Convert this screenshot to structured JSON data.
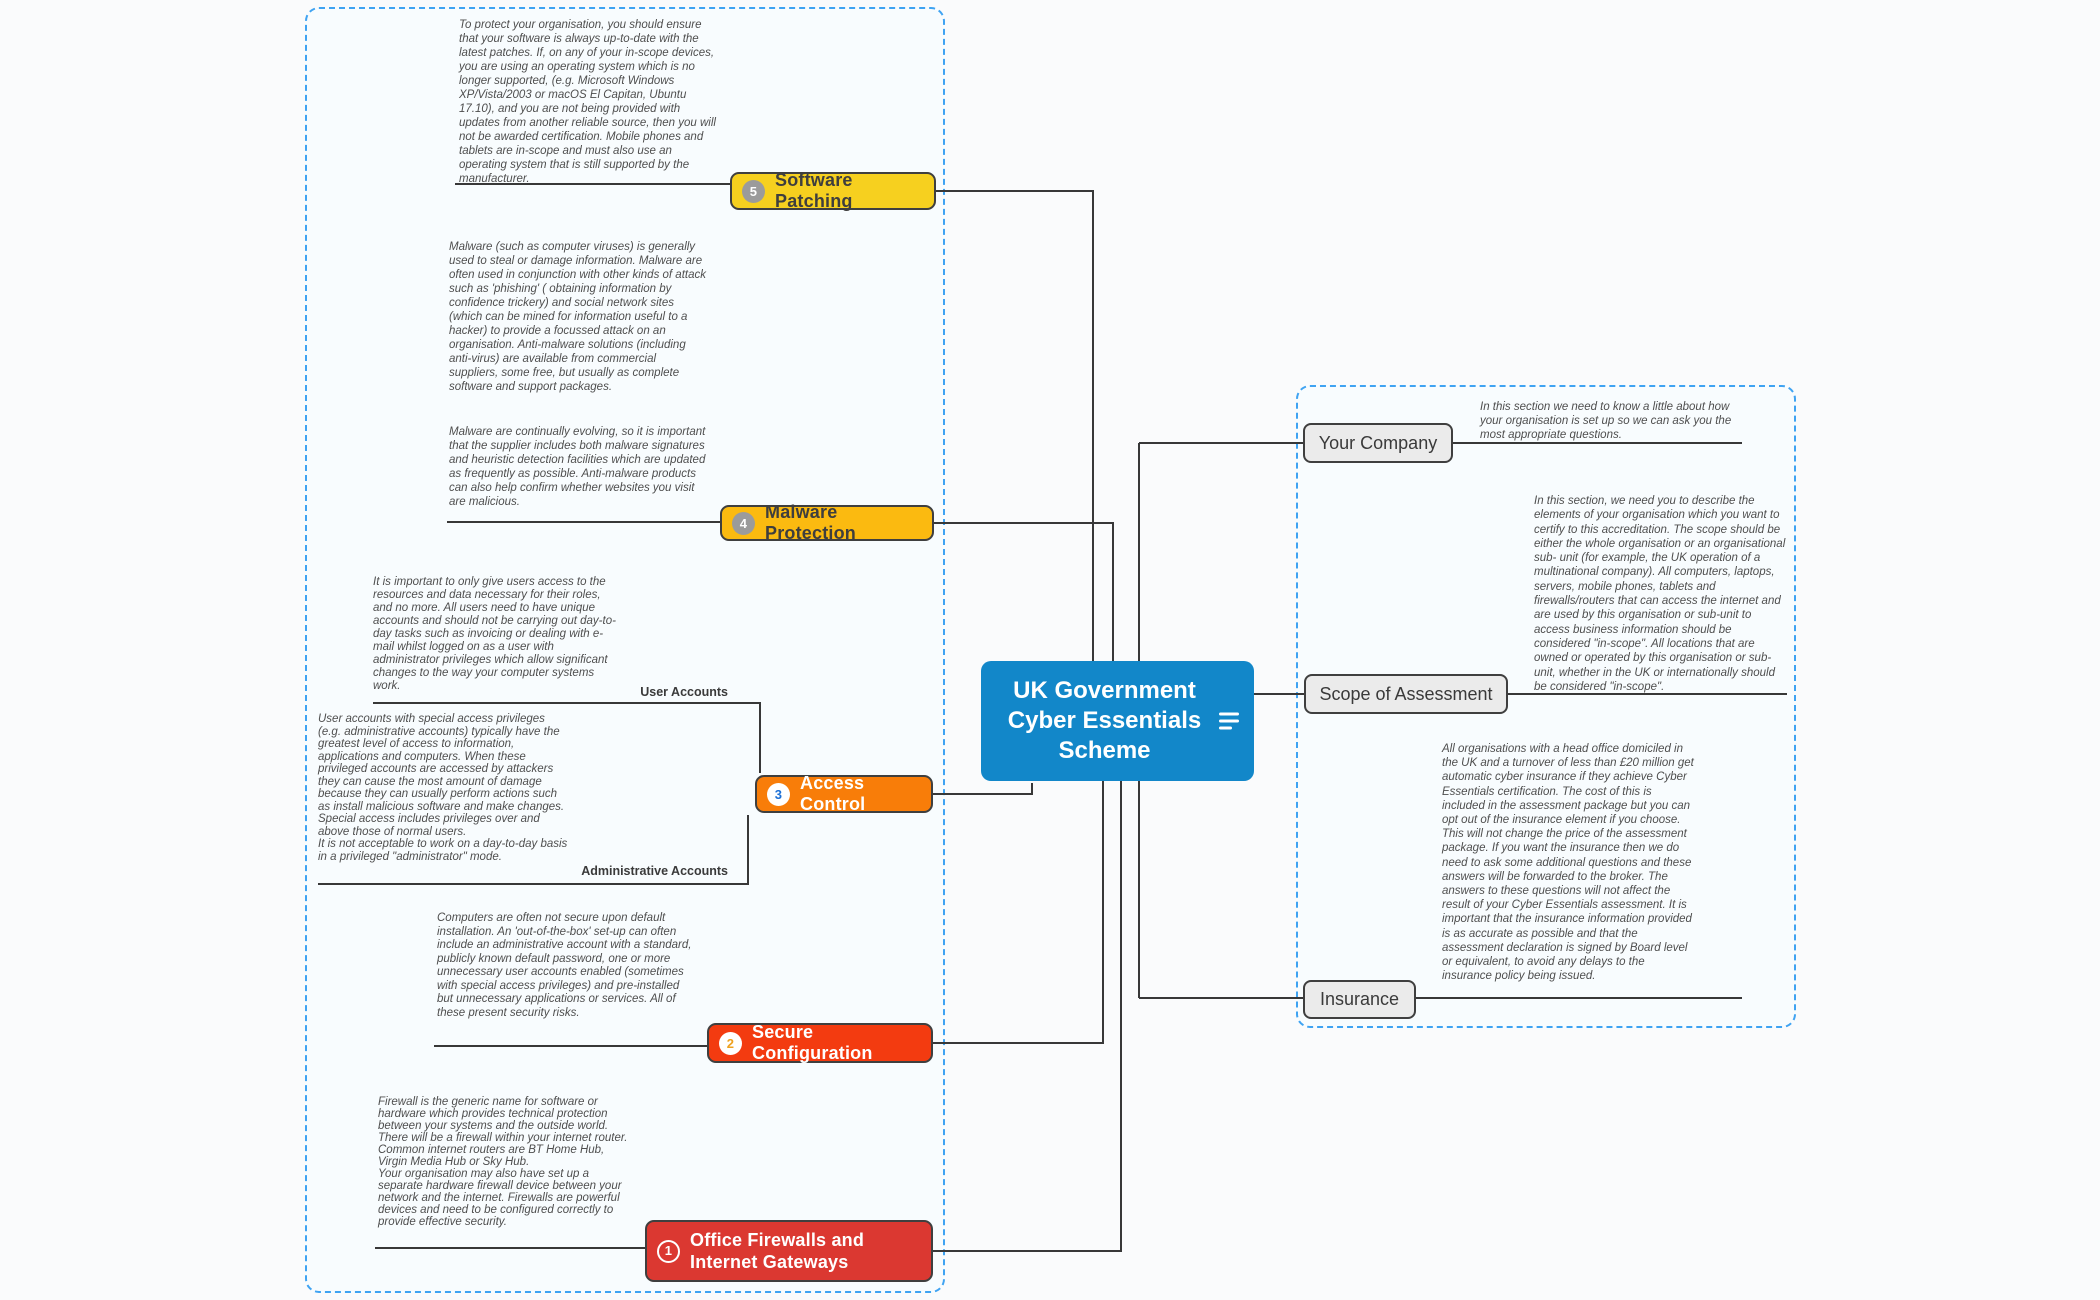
{
  "palette": {
    "canvas_bg": "#fafbfc",
    "boundary_border": "#3fa3f2",
    "connector": "#383838",
    "note_text": "#4e4e4e"
  },
  "central_topic": {
    "title": "UK Government Cyber Essentials Scheme",
    "fill": "#1287c9",
    "icon": "notes-icon"
  },
  "left_branch": {
    "topics": [
      {
        "number": "1",
        "label": "Office Firewalls and Internet Gateways",
        "fill": "#db3831",
        "text_color": "#ffffff",
        "note": "Firewall is the generic name for software or hardware which provides technical protection between your systems and the outside world. There will be a firewall within your internet router. Common internet routers are BT Home Hub, Virgin Media Hub or Sky Hub.\nYour organisation may also have set up a separate hardware firewall device between your network and the internet. Firewalls are powerful devices and need to be configured correctly to provide effective security."
      },
      {
        "number": "2",
        "label": "Secure Configuration",
        "fill": "#f33b10",
        "text_color": "#ffffff",
        "note": "Computers are often not secure upon default installation. An 'out-of-the-box' set-up can often include an administrative account with a standard, publicly known default password, one or more unnecessary user accounts enabled (sometimes with special access privileges) and pre-installed but unnecessary applications or services. All of these present security risks."
      },
      {
        "number": "3",
        "label": "Access Control",
        "fill": "#f87d09",
        "text_color": "#ffffff",
        "sub_topics": [
          {
            "label": "User Accounts",
            "note": "It is important to only give users access to the resources and data necessary for their roles, and no more. All users need to have unique accounts and should not be carrying out day-to-day tasks such as invoicing or dealing with e-mail whilst logged on as a user with administrator privileges which allow significant changes to the way your computer systems work."
          },
          {
            "label": "Administrative Accounts",
            "note": "User accounts with special access privileges (e.g. administrative accounts) typically have the greatest level of access to information, applications and computers. When these privileged accounts are accessed by attackers they can cause the most amount of damage because they can usually perform actions such as install malicious software and make changes. Special access includes privileges over and above those of normal users.\nIt is not acceptable to work on a day-to-day basis in a privileged \"administrator\" mode."
          }
        ]
      },
      {
        "number": "4",
        "label": "Malware Protection",
        "fill": "#fbba10",
        "text_color": "#3e3e3e",
        "notes": [
          "Malware (such as computer viruses) is generally used to steal or damage information. Malware are often used in conjunction with other kinds of attack such as 'phishing' ( obtaining information by confidence trickery) and social network sites (which can be mined for information useful to a hacker) to provide a focussed attack on an organisation. Anti-malware solutions (including anti-virus) are available from commercial suppliers, some free, but usually as complete software and support packages.",
          "Malware are continually evolving, so it is important that the supplier includes both malware signatures and heuristic detection facilities which are updated as frequently as possible. Anti-malware products can also help confirm whether websites you visit are malicious."
        ]
      },
      {
        "number": "5",
        "label": "Software Patching",
        "fill": "#f6d01f",
        "text_color": "#3e3e3e",
        "note": "To protect your organisation, you should ensure that your software is always up-to-date with the latest patches. If, on any of your in-scope devices, you are using an operating system which is no longer supported, (e.g. Microsoft Windows XP/Vista/2003 or macOS El Capitan, Ubuntu 17.10), and you are not being provided with updates from another reliable source, then you will not be awarded certification. Mobile phones and tablets are in-scope and must also use an operating system that is still supported by the manufacturer."
      }
    ]
  },
  "right_branch": {
    "topics": [
      {
        "label": "Your Company",
        "note": "In this section we need to know a little about how your organisation is set up so we can ask you the most appropriate questions."
      },
      {
        "label": "Scope of Assessment",
        "note": "In this section, we need you to describe the elements of your organisation which you want to certify to this accreditation. The scope should be either the whole organisation or an organisational sub- unit (for example, the UK operation of a multinational company). All computers, laptops, servers, mobile phones, tablets and firewalls/routers that can access the internet and are used by this organisation or sub-unit to access business information should be considered \"in-scope\". All locations that are owned or operated by this organisation or sub-unit, whether in the UK or internationally should be considered \"in-scope\"."
      },
      {
        "label": "Insurance",
        "note": "All organisations with a head office domiciled in the UK and a turnover of less than £20 million get automatic cyber insurance if they achieve Cyber Essentials certification. The cost of this is included in the assessment package but you can opt out of the insurance element if you choose. This will not change the price of the assessment package. If you want the insurance then we do need to ask some additional questions and these answers will be forwarded to the broker. The answers to these questions will not affect the result of your Cyber Essentials assessment. It is important that the insurance information provided is as accurate as possible and that the assessment declaration is signed by Board level or equivalent, to avoid any delays to the insurance policy being issued."
      }
    ]
  }
}
